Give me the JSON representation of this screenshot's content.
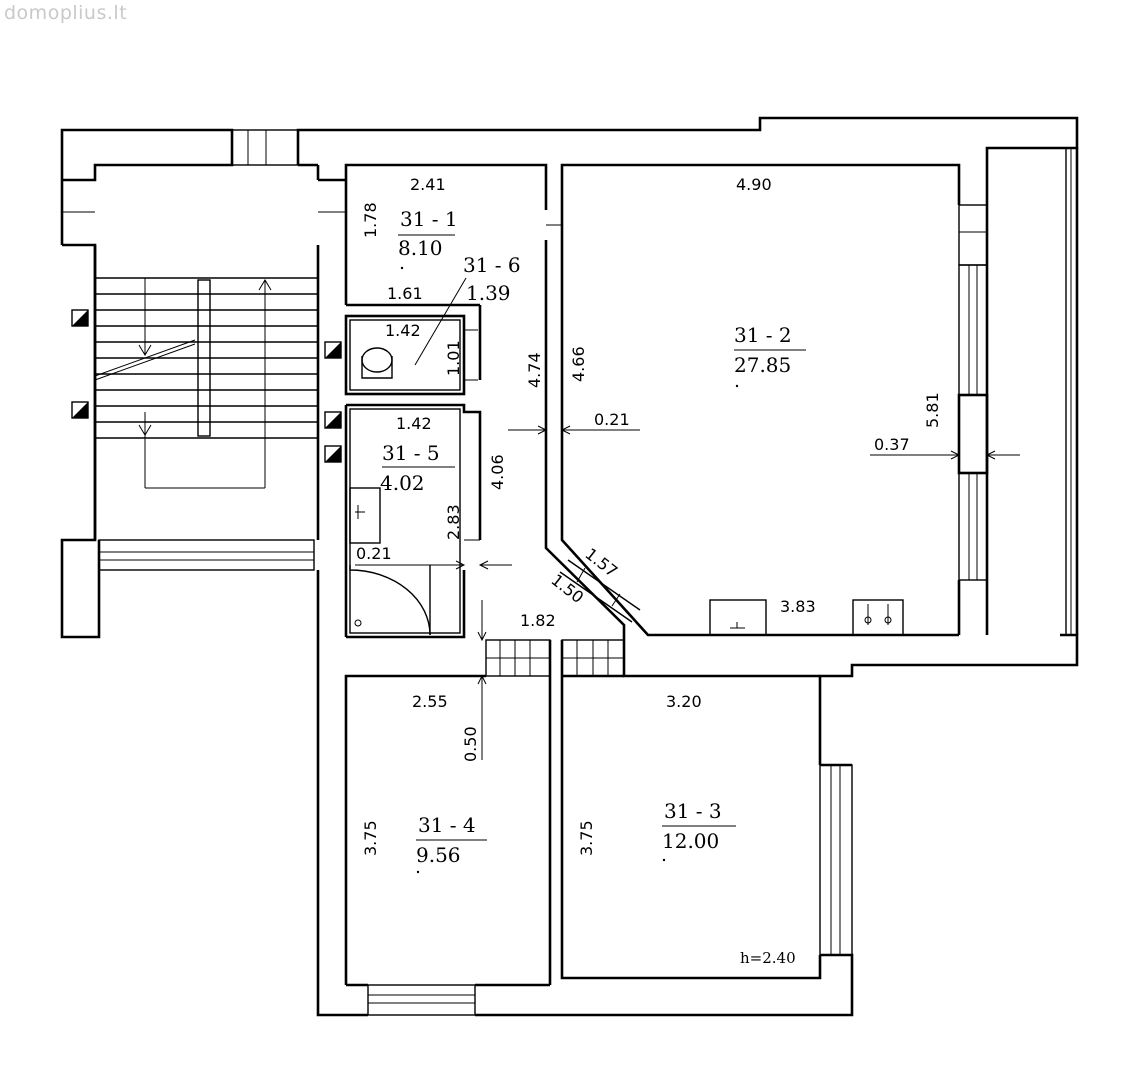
{
  "watermark": "domoplius.lt",
  "rooms": [
    {
      "code": "31 - 1",
      "area": "8.10"
    },
    {
      "code": "31 - 2",
      "area": "27.85"
    },
    {
      "code": "31 - 3",
      "area": "12.00"
    },
    {
      "code": "31 - 4",
      "area": "9.56"
    },
    {
      "code": "31 - 5",
      "area": "4.02"
    },
    {
      "code": "31 - 6",
      "area": "1.39"
    }
  ],
  "dimensions": {
    "r1_width": "2.41",
    "r1_height": "1.78",
    "r1_bottom": "1.61",
    "r2_width": "4.90",
    "r2_left_outer": "4.74",
    "r2_left_inner": "4.66",
    "wall_021": "0.21",
    "window_depth": "0.37",
    "r2_height": "5.81",
    "r2_bottom": "3.83",
    "diag_157": "1.57",
    "diag_150": "1.50",
    "corridor": "1.82",
    "r6_width": "1.42",
    "r6_height": "1.01",
    "r5_width": "1.42",
    "r5_height_outer": "4.06",
    "r5_height": "2.83",
    "r5_wall": "0.21",
    "r4_width": "2.55",
    "r4_step": "0.50",
    "r4_height": "3.75",
    "r3_width": "3.20",
    "r3_height": "3.75",
    "ceiling_height": "h=2.40"
  }
}
